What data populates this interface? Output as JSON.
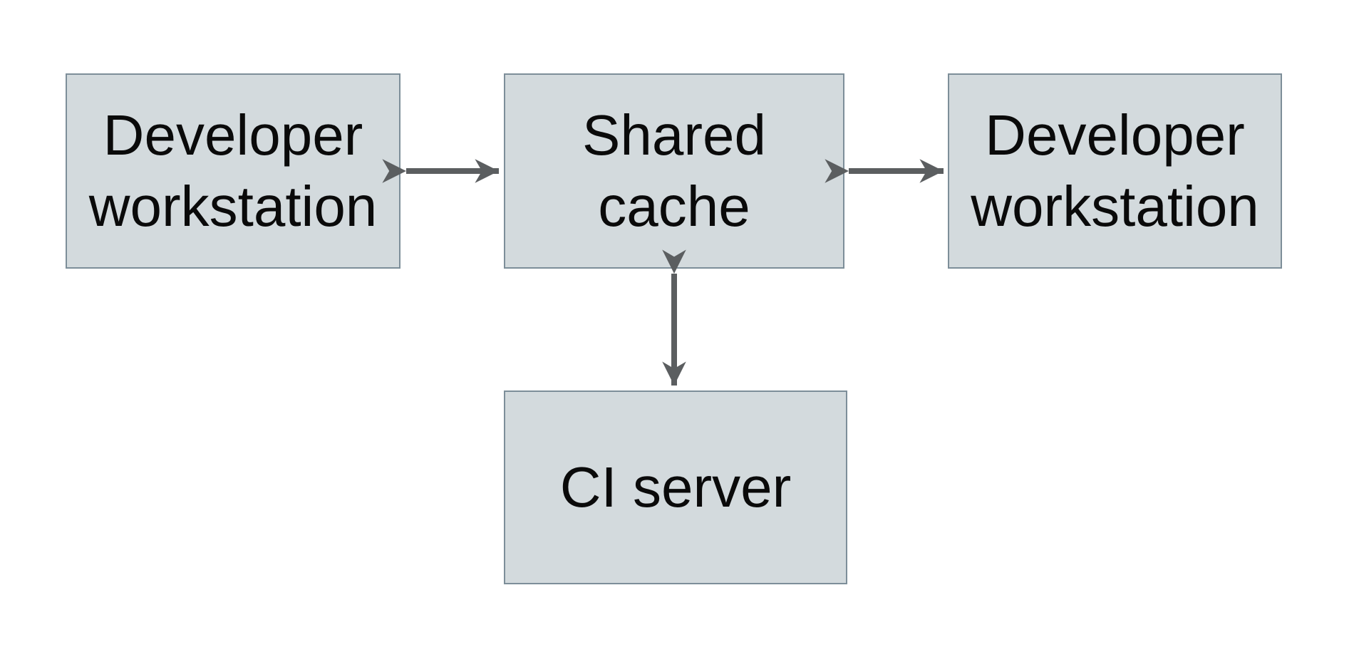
{
  "colors": {
    "background": "#ffffff",
    "node-fill": "#d3dadd",
    "node-border": "#7d8e99",
    "arrow": "#5b5e60",
    "text": "#0a0a0a"
  },
  "diagram": {
    "type": "architecture-diagram",
    "nodes": [
      {
        "id": "developer-workstation-left",
        "label": "Developer workstation"
      },
      {
        "id": "shared-cache",
        "label": "Shared cache"
      },
      {
        "id": "developer-workstation-right",
        "label": "Developer workstation"
      },
      {
        "id": "ci-server",
        "label": "CI server"
      }
    ],
    "edges": [
      {
        "from": "developer-workstation-left",
        "to": "shared-cache",
        "direction": "bidirectional"
      },
      {
        "from": "shared-cache",
        "to": "developer-workstation-right",
        "direction": "bidirectional"
      },
      {
        "from": "shared-cache",
        "to": "ci-server",
        "direction": "bidirectional"
      }
    ]
  }
}
